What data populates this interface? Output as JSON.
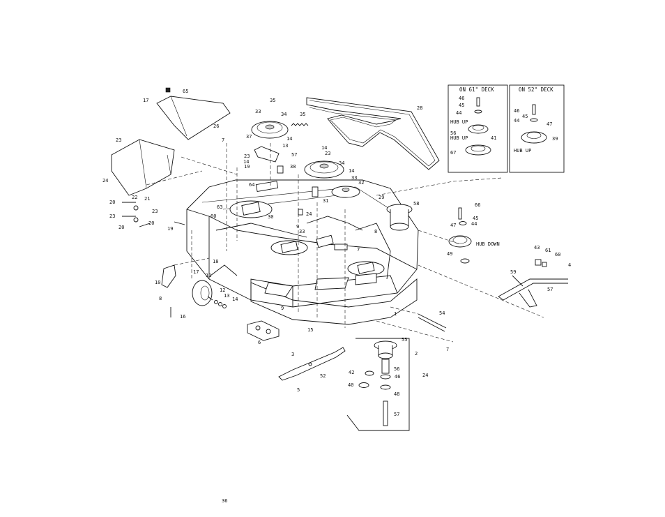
{
  "inset_labels": {
    "deck_61": "ON 61\" DECK",
    "deck_52": "ON 52\" DECK",
    "hub_up_1": "HUB\nUP",
    "hub_up_2": "HUB\nUP",
    "hub_up_3": "HUB\nUP",
    "hub_down": "HUB DOWN"
  },
  "callouts": [
    "17",
    "65",
    "26",
    "23",
    "24",
    "20",
    "22",
    "21",
    "23",
    "23",
    "20",
    "20",
    "19",
    "18",
    "10",
    "17",
    "11",
    "12",
    "13",
    "14",
    "16",
    "8",
    "35",
    "33",
    "34",
    "35",
    "7",
    "37",
    "14",
    "13",
    "57",
    "23",
    "14",
    "19",
    "38",
    "14",
    "23",
    "34",
    "14",
    "33",
    "32",
    "31",
    "64",
    "63",
    "30",
    "60",
    "24",
    "33",
    "9",
    "7",
    "8",
    "9",
    "15",
    "6",
    "5",
    "3",
    "52",
    "42",
    "40",
    "2",
    "55",
    "56",
    "46",
    "48",
    "57",
    "24",
    "7",
    "54",
    "1",
    "28",
    "46",
    "45",
    "44",
    "56",
    "41",
    "67",
    "46",
    "45",
    "44",
    "47",
    "39",
    "66",
    "45",
    "47",
    "44",
    "49",
    "43",
    "61",
    "60",
    "4",
    "59",
    "57",
    "58",
    "29",
    "36"
  ]
}
